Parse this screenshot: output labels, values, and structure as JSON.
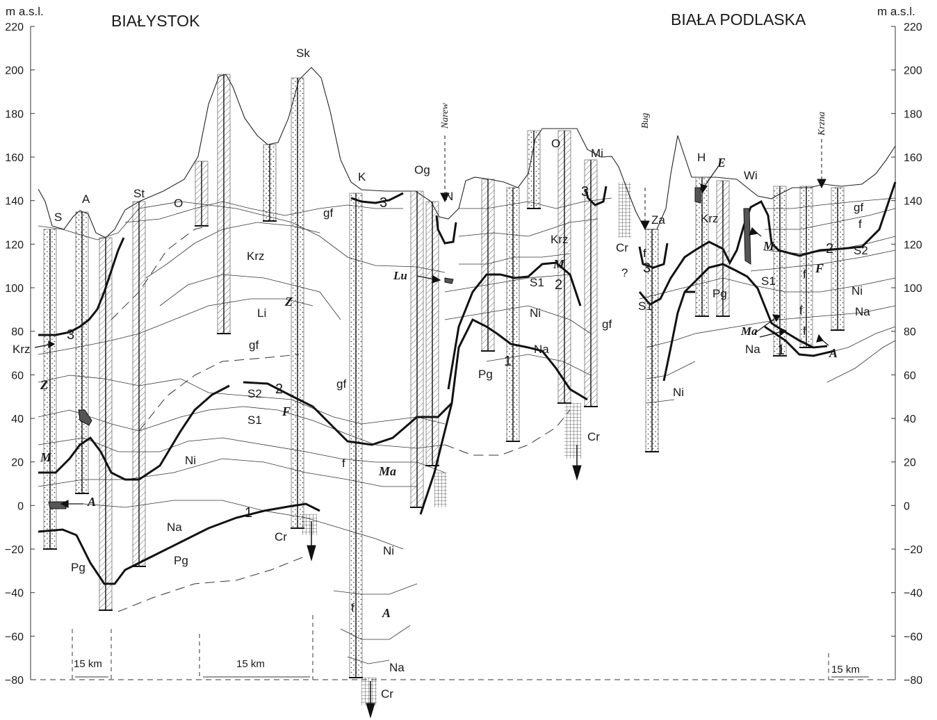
{
  "header": {
    "left_unit": "m a.s.l.",
    "right_unit": "m a.s.l.",
    "left_city": "BIAŁYSTOK",
    "right_city": "BIAŁA PODLASKA"
  },
  "axis": {
    "ticks": [
      "220",
      "200",
      "180",
      "160",
      "140",
      "120",
      "100",
      "80",
      "60",
      "40",
      "20",
      "0",
      "−20",
      "−40",
      "−60",
      "−80"
    ]
  },
  "scale_bars": [
    "15 km",
    "15 km",
    "15 km"
  ],
  "rivers": [
    "Narew",
    "Bug",
    "Krzna"
  ],
  "stations": [
    "S",
    "A",
    "St",
    "O",
    "Sk",
    "K",
    "Og",
    "N",
    "O",
    "Mi",
    "Za",
    "H",
    "Wi"
  ],
  "units": {
    "gf": "gf",
    "Krz": "Krz",
    "Li": "Li",
    "S2": "S2",
    "S1": "S1",
    "Ni": "Ni",
    "Na": "Na",
    "Pg": "Pg",
    "Cr": "Cr",
    "f": "f",
    "q": "?"
  },
  "boundaries": [
    "1",
    "2",
    "3"
  ],
  "italic": {
    "Z": "Z",
    "M": "M",
    "A": "A",
    "F": "F",
    "Ma": "Ma",
    "Lu": "Lu",
    "E": "E"
  }
}
